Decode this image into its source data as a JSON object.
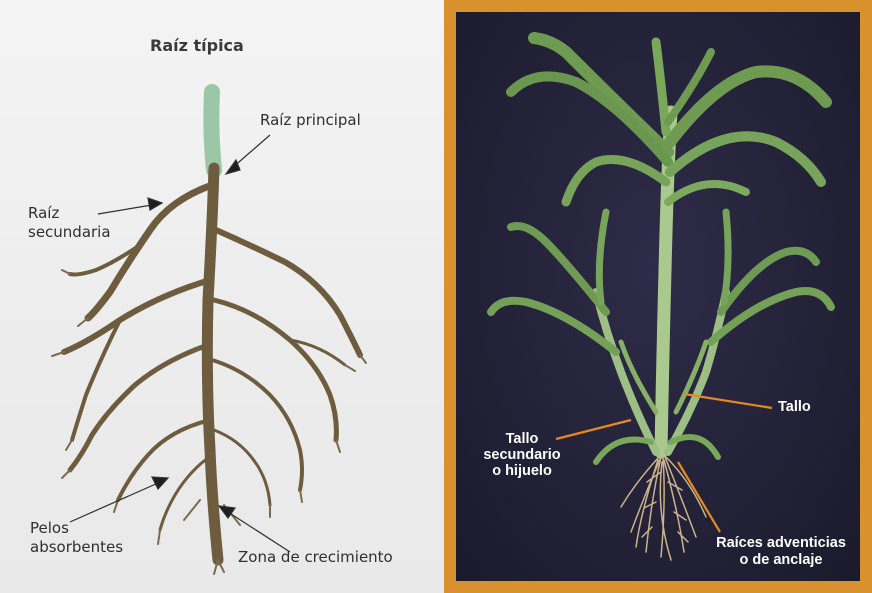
{
  "left_diagram": {
    "title": "Raíz típica",
    "labels": {
      "main_root": "Raíz principal",
      "secondary_root": [
        "Raíz",
        "secundaria"
      ],
      "absorbent_hairs": [
        "Pelos",
        "absorbentes"
      ],
      "growth_zone": "Zona de crecimiento"
    }
  },
  "right_diagram": {
    "labels": {
      "stem": "Tallo",
      "secondary_stem": [
        "Tallo",
        "secundario",
        "o hijuelo"
      ],
      "adventitious_roots": [
        "Raíces adventicias",
        "o de anclaje"
      ]
    }
  },
  "colors": {
    "frame": "#d8912c",
    "photo_background": "#242238",
    "leader_line": "#e58a1e",
    "root": "#6b5a3e",
    "stem": "#8fbf9a",
    "leaf": "#6f9a52"
  }
}
